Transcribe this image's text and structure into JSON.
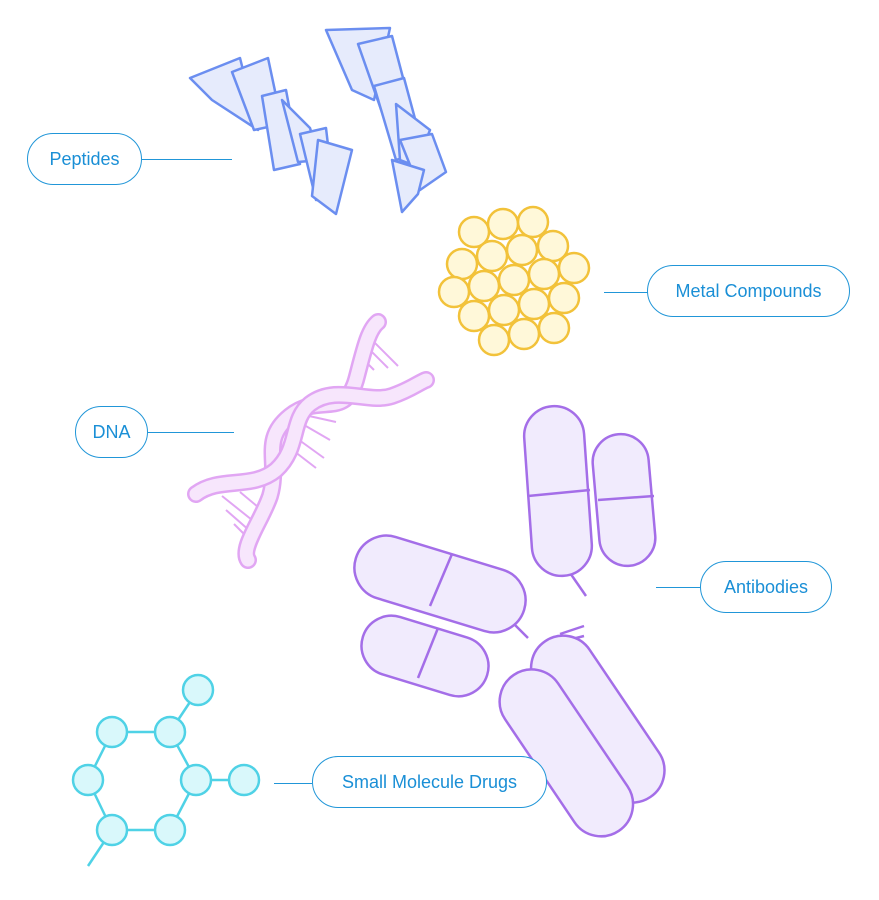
{
  "labels": {
    "peptides": "Peptides",
    "metal_compounds": "Metal Compounds",
    "dna": "DNA",
    "antibodies": "Antibodies",
    "small_molecule_drugs": "Small Molecule Drugs"
  },
  "colors": {
    "label": "#1a8fd6",
    "peptide": "#6b8ef0",
    "peptide_fill": "#e6ebfc",
    "metal": "#f2c23a",
    "metal_fill": "#fff8d9",
    "dna": "#e1a6f3",
    "dna_fill": "#f7e6fc",
    "antibody": "#a46ee8",
    "antibody_fill": "#f1ebfd",
    "molecule": "#4fd2e6",
    "molecule_fill": "#d9f8fb"
  }
}
